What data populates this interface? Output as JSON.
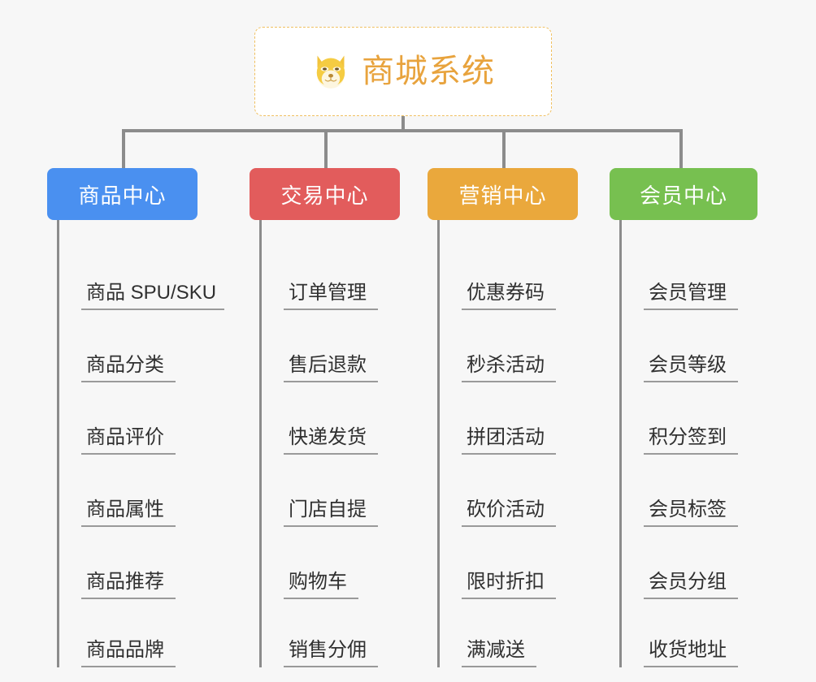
{
  "background_color": "#f7f7f7",
  "root": {
    "title": "商城系统",
    "icon": "shiba-dog-face-icon",
    "text_color": "#e8a33d",
    "border_color": "#f0c060",
    "background_color": "#ffffff"
  },
  "columns": [
    {
      "title": "商品中心",
      "color": "#4a90f0",
      "items": [
        "商品 SPU/SKU",
        "商品分类",
        "商品评价",
        "商品属性",
        "商品推荐",
        "商品品牌"
      ]
    },
    {
      "title": "交易中心",
      "color": "#e25c5c",
      "items": [
        "订单管理",
        "售后退款",
        "快递发货",
        "门店自提",
        "购物车",
        "销售分佣"
      ]
    },
    {
      "title": "营销中心",
      "color": "#eaa83c",
      "items": [
        "优惠券码",
        "秒杀活动",
        "拼团活动",
        "砍价活动",
        "限时折扣",
        "满减送"
      ]
    },
    {
      "title": "会员中心",
      "color": "#77c050",
      "items": [
        "会员管理",
        "会员等级",
        "积分签到",
        "会员标签",
        "会员分组",
        "收货地址"
      ]
    }
  ],
  "connector_color": "#8c8c8c",
  "leaf_underline_color": "#9a9a9a",
  "leaf_text_color": "#303030"
}
